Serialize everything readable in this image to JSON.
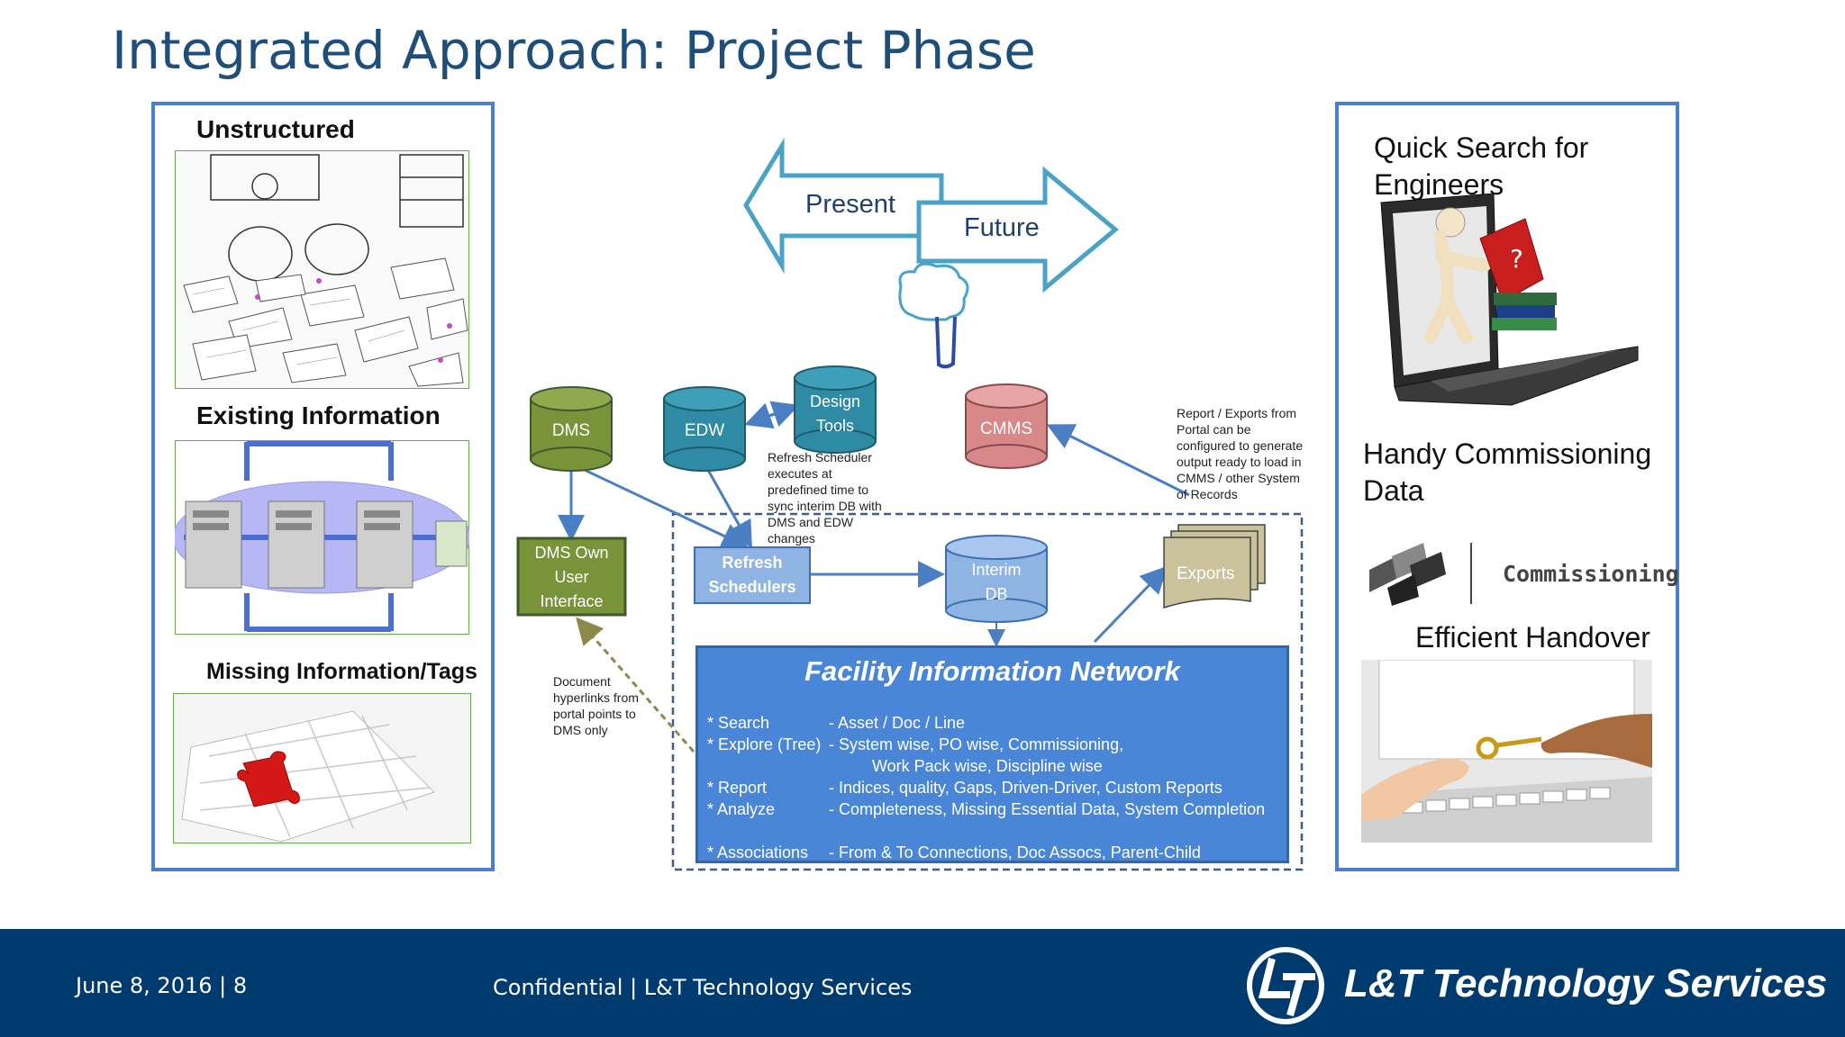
{
  "slide": {
    "title": "Integrated Approach: Project Phase"
  },
  "left_panel": {
    "unstructured": "Unstructured",
    "existing": "Existing Information",
    "missing": "Missing Information/Tags"
  },
  "diagram": {
    "present": "Present",
    "future": "Future",
    "dms": "DMS",
    "edw": "EDW",
    "design_tools": "Design Tools",
    "cmms": "CMMS",
    "dms_ui": "DMS Own User Interface",
    "refresh": "Refresh Schedulers",
    "interim": "Interim DB",
    "exports": "Exports",
    "note_refresh": "Refresh Scheduler executes at predefined time to sync interim DB with DMS and EDW changes",
    "note_report": "Report / Exports from Portal  can be configured to generate output ready to load in CMMS / other System of Records",
    "note_doc": "Document hyperlinks from portal points to DMS only",
    "fin_title": "Facility Information Network",
    "fin_rows": [
      {
        "label": "* Search",
        "desc": "-    Asset / Doc / Line"
      },
      {
        "label": "* Explore (Tree)",
        "desc": "-    System wise, PO wise,  Commissioning,"
      },
      {
        "label": "",
        "desc": "Work Pack wise, Discipline wise"
      },
      {
        "label": "* Report",
        "desc": "-    Indices, quality, Gaps, Driven-Driver, Custom Reports"
      },
      {
        "label": "* Analyze",
        "desc": "-    Completeness, Missing Essential Data, System  Completion"
      },
      {
        "label": "* Associations",
        "desc": "-    From & To Connections, Doc Assocs, Parent-Child"
      }
    ]
  },
  "right_panel": {
    "quick_search": "Quick Search for Engineers",
    "handy": "Handy Commissioning Data",
    "commissioning": "Commissioning",
    "handover": "Efficient Handover"
  },
  "footer": {
    "date": "June 8, 2016",
    "page": "8",
    "confidential": "Confidential",
    "company": "L&T Technology Services",
    "brand": "L&T Technology Services"
  },
  "colors": {
    "title": "#1f4e79",
    "panel_border": "#4a7fd0",
    "footer_bg": "#003b6f",
    "fin_box": "#4a86d8",
    "dms": "#78933a",
    "edw": "#2e8ba3",
    "cmms": "#d9888a",
    "refresh": "#8fb4e3",
    "interim": "#8fb4e3",
    "exports": "#c9c29a"
  }
}
